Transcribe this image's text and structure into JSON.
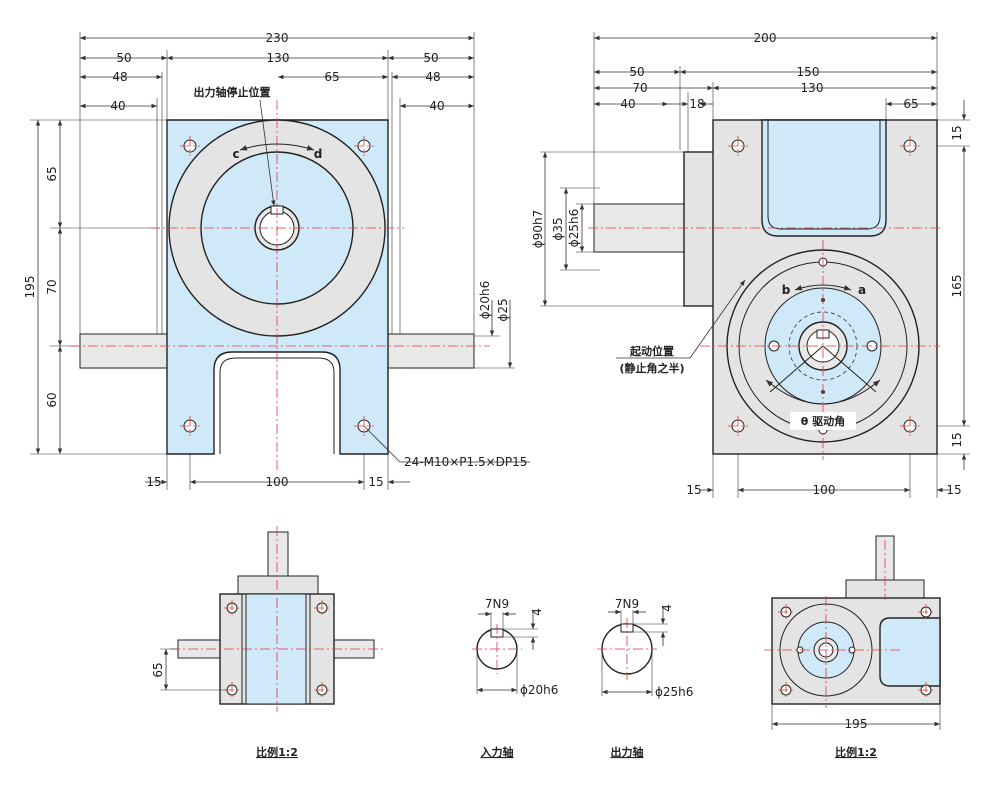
{
  "colors": {
    "body_fill": "#cfe9f8",
    "gray_fill": "#e4e4e4",
    "shaft_fill": "#e8e8e8",
    "centerline": "#e23a3a",
    "outline": "#222222"
  },
  "front_view": {
    "dims": {
      "total_width": "230",
      "left_outer": "50",
      "left_inner": "48",
      "left_short": "40",
      "middle": "130",
      "right_half": "65",
      "right_outer": "50",
      "right_inner": "48",
      "right_short": "40",
      "height_total": "195",
      "height_top": "65",
      "height_mid": "70",
      "height_bottom": "60",
      "shaft_small_dia": "ϕ20h6",
      "shaft_dia": "ϕ25",
      "bolt_left_offset": "15",
      "bolt_pitch": "100",
      "bolt_right_offset": "15"
    },
    "labels": {
      "output_stop": "出力轴停止位置",
      "dir_c": "c",
      "dir_d": "d",
      "tap_note": "24-M10×P1.5×DP15"
    }
  },
  "side_view": {
    "dims": {
      "total_width": "200",
      "left_50": "50",
      "right_150": "150",
      "left_70": "70",
      "right_130": "130",
      "left_40": "40",
      "dim_18": "18",
      "right_65": "65",
      "dia_90": "ϕ90h7",
      "dia_35": "ϕ35",
      "dia_25": "ϕ25h6",
      "height_165": "165",
      "top_15": "15",
      "bottom_15": "15",
      "bolt_left_15": "15",
      "bolt_pitch_100": "100",
      "bolt_right_15": "15"
    },
    "labels": {
      "dir_b": "b",
      "dir_a": "a",
      "start_pos_line1": "起动位置",
      "start_pos_line2": "(静止角之半)",
      "drive_angle": "θ 驱动角"
    }
  },
  "bottom": {
    "left_view_dim": "65",
    "left_caption": "比例1:2",
    "input_shaft": {
      "key": "7N9",
      "depth": "4",
      "dia": "ϕ20h6",
      "caption": "入力轴"
    },
    "output_shaft": {
      "key": "7N9",
      "depth": "4",
      "dia": "ϕ25h6",
      "caption": "出力轴"
    },
    "right_view_dim": "195",
    "right_caption": "比例1:2"
  }
}
